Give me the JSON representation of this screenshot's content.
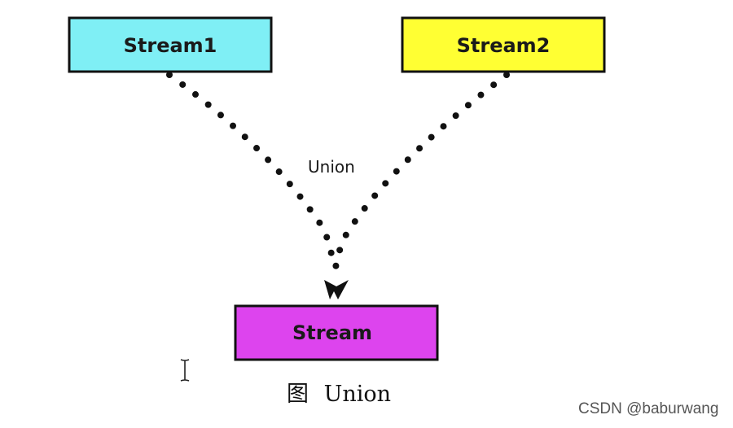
{
  "nodes": {
    "stream1": {
      "label": "Stream1",
      "fill": "#7FEFF5"
    },
    "stream2": {
      "label": "Stream2",
      "fill": "#FFFF33"
    },
    "stream": {
      "label": "Stream",
      "fill": "#DD44EE"
    }
  },
  "edges": {
    "union_label": "Union"
  },
  "caption": {
    "prefix": "图",
    "text": "Union"
  },
  "watermark": "CSDN @baburwang",
  "colors": {
    "outline": "#111111",
    "dots": "#111111"
  },
  "icons": {
    "cursor": "text-cursor-icon"
  }
}
